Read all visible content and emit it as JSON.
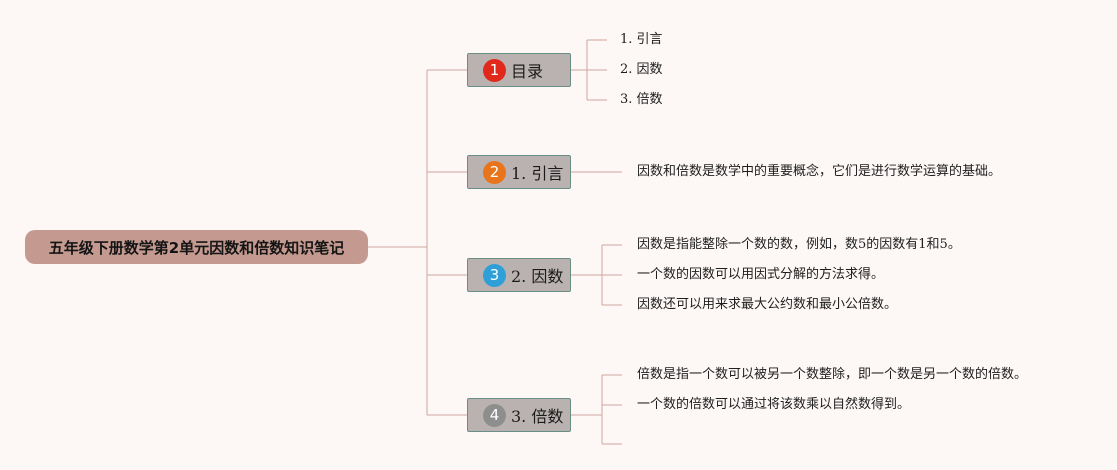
{
  "root": {
    "title": "五年级下册数学第2单元因数和倍数知识笔记"
  },
  "colors": {
    "background": "#fdf7f6",
    "root_fill": "#c49a90",
    "topic_fill": "#b9b2b0",
    "topic_border": "#6a8e88",
    "connector": "#cfa79f"
  },
  "topics": [
    {
      "badge": "1",
      "badge_color": "#e0291a",
      "label": "目录",
      "items": [
        "1. 引言",
        "2. 因数",
        "3. 倍数"
      ]
    },
    {
      "badge": "2",
      "badge_color": "#e8741c",
      "label": "1. 引言",
      "items": [
        "因数和倍数是数学中的重要概念，它们是进行数学运算的基础。"
      ]
    },
    {
      "badge": "3",
      "badge_color": "#2f9fd8",
      "label": "2. 因数",
      "items": [
        "因数是指能整除一个数的数，例如，数5的因数有1和5。",
        "一个数的因数可以用因式分解的方法求得。",
        "因数还可以用来求最大公约数和最小公倍数。"
      ]
    },
    {
      "badge": "4",
      "badge_color": "#8e8e8e",
      "label": "3. 倍数",
      "items": [
        "倍数是指一个数可以被另一个数整除，即一个数是另一个数的倍数。",
        "一个数的倍数可以通过将该数乘以自然数得到。",
        ""
      ]
    }
  ]
}
